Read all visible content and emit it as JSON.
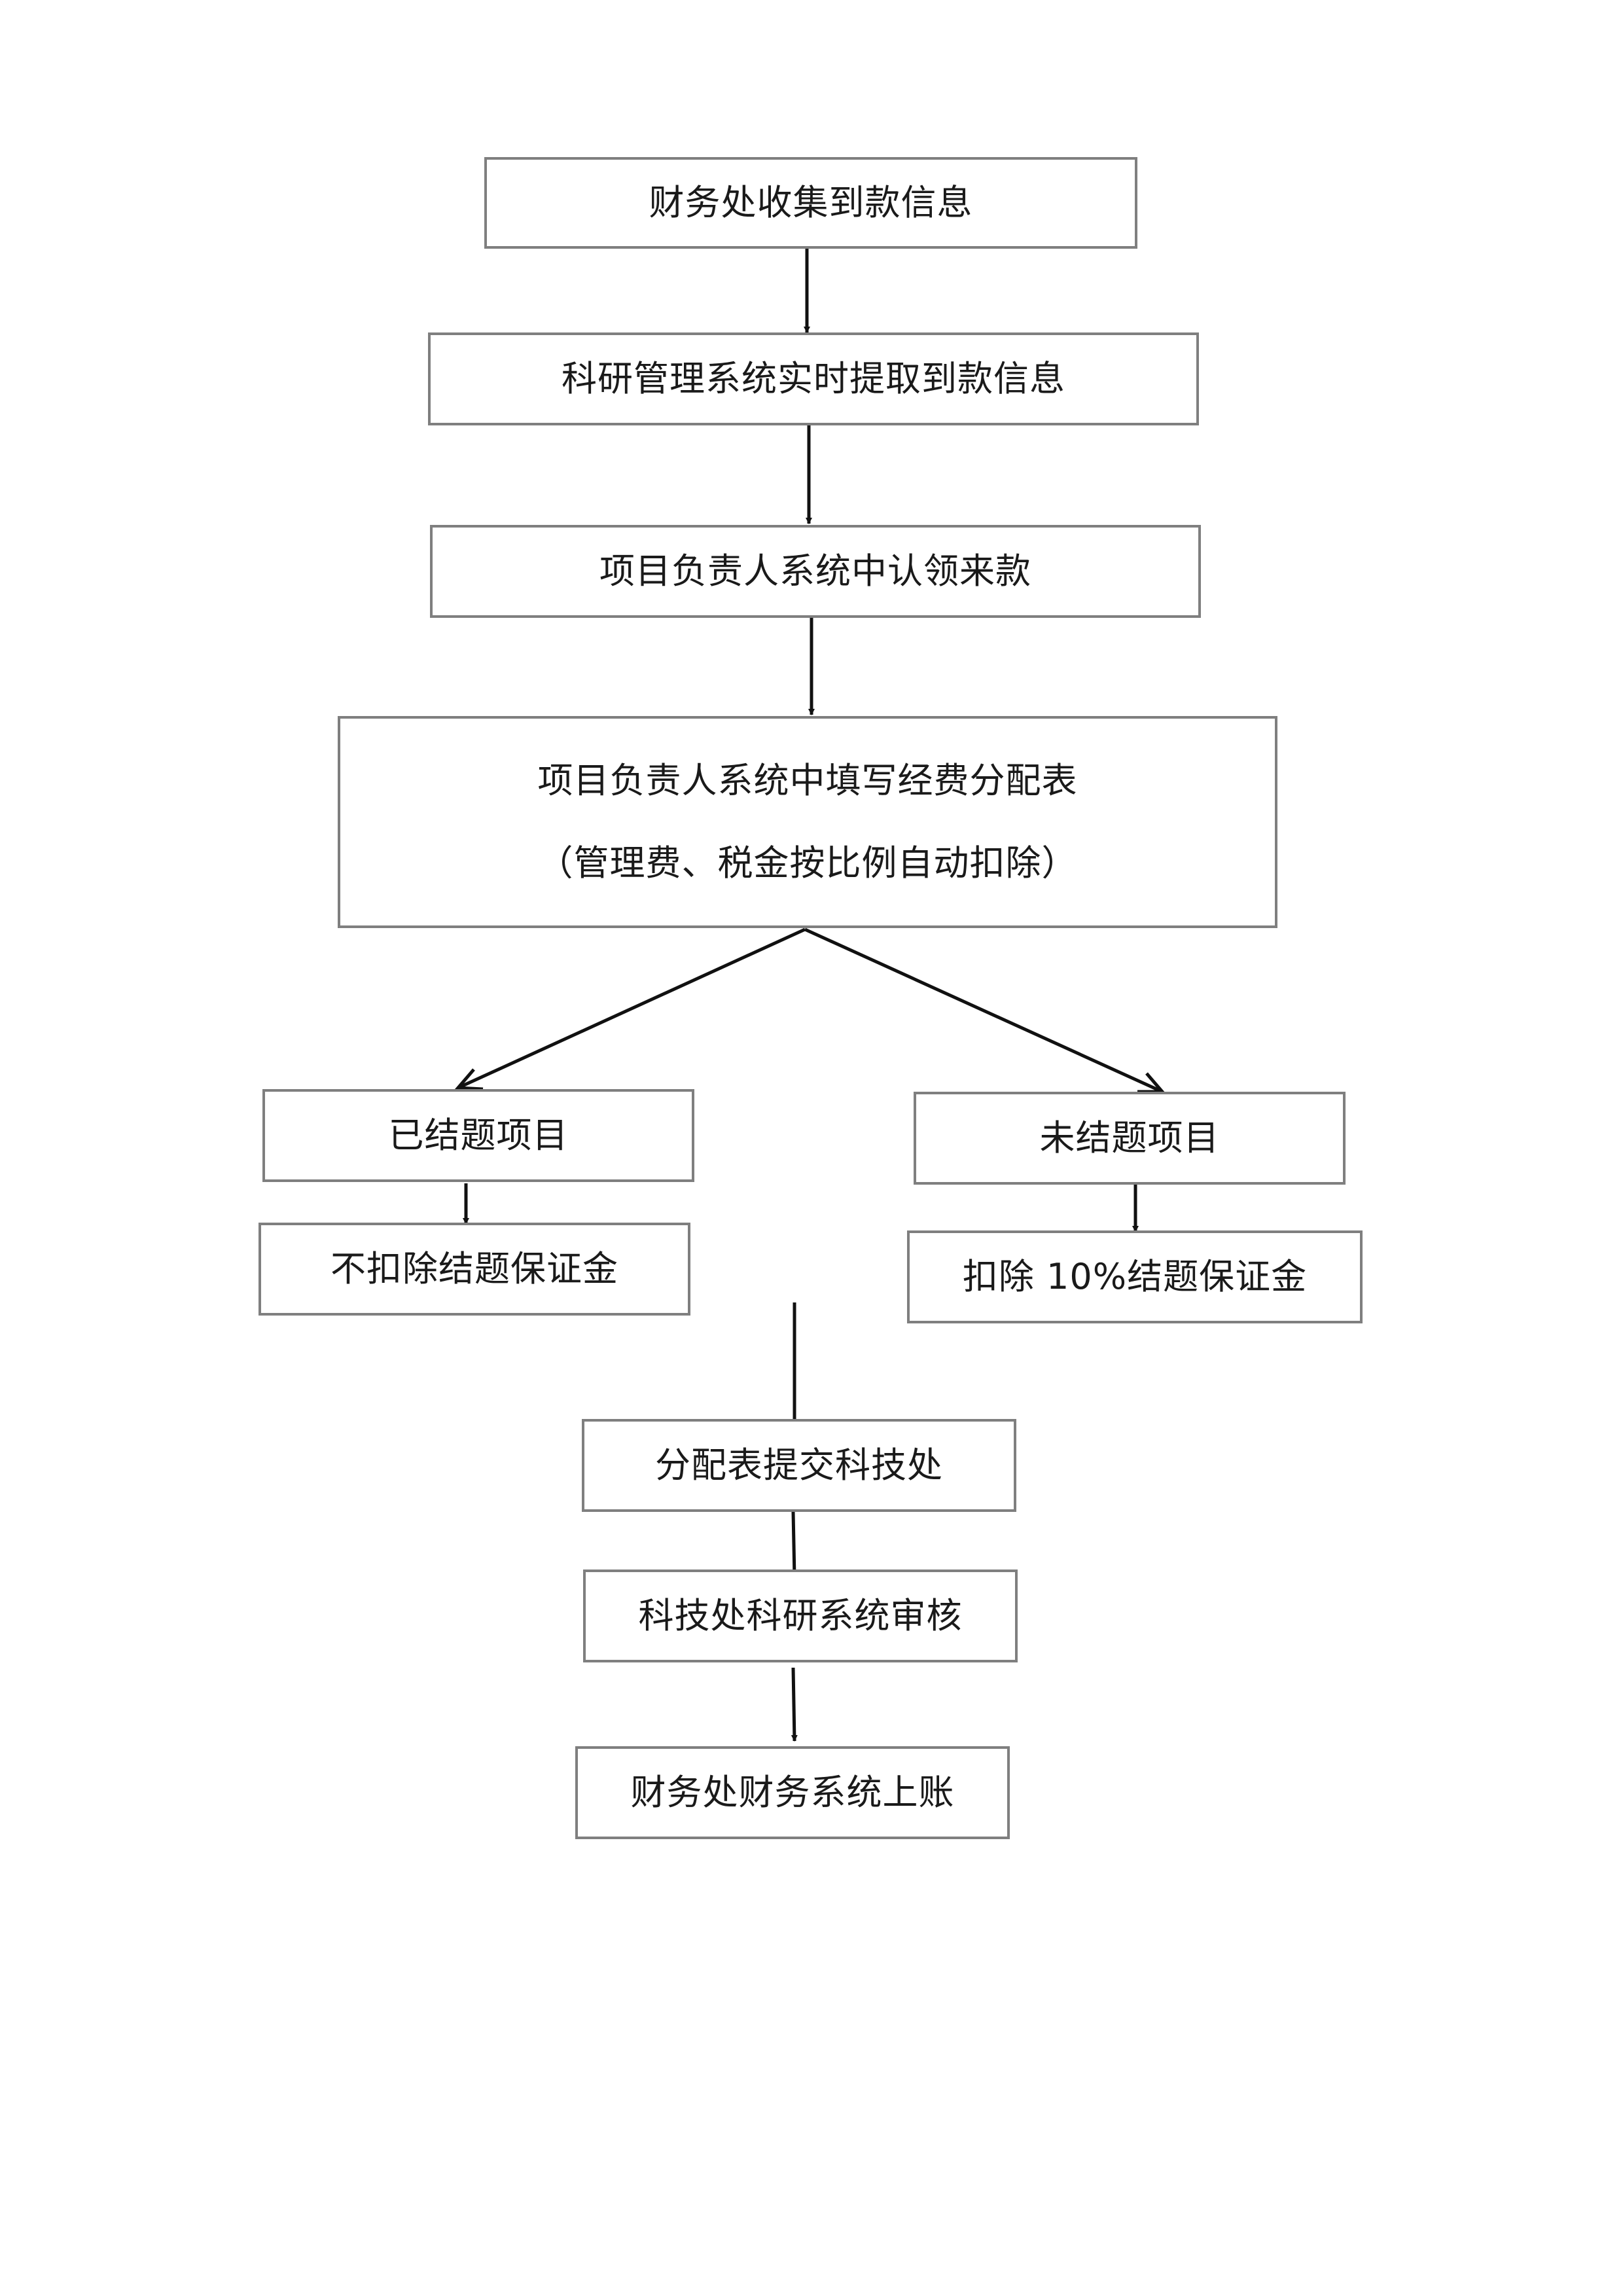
{
  "steps": {
    "collect": "财务处收集到款信息",
    "extract": "科研管理系统实时提取到款信息",
    "claim": "项目负责人系统中认领来款",
    "allocate_line1": "项目负责人系统中填写经费分配表",
    "allocate_line2": "（管理费、税金按比例自动扣除）",
    "closed_project": "已结题项目",
    "no_deduction": "不扣除结题保证金",
    "open_project": "未结题项目",
    "deduction": "扣除 10%结题保证金",
    "submit": "分配表提交科技处",
    "review": "科技处科研系统审核",
    "posting": "财务处财务系统上账"
  }
}
